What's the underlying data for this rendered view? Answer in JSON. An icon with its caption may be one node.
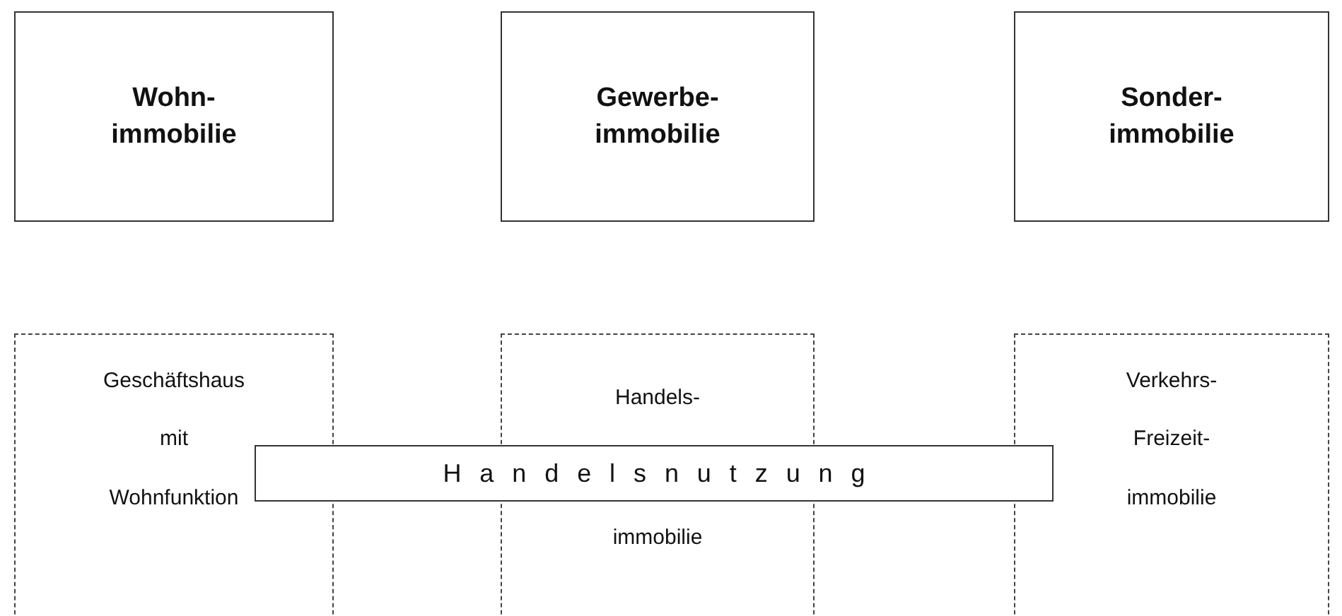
{
  "diagram": {
    "nodes": [
      {
        "text": [
          "Wohn- immobilie"
        ]
      },
      {
        "text": [
          "Gewerbe- immobilie"
        ]
      },
      {
        "text": [
          "Sonder- immobilie"
        ]
      },
      {
        "text": [
          "Geschäftshaus mit Wohnfunktion"
        ]
      },
      {
        "text": [
          "Handels-",
          "immobilie"
        ]
      },
      {
        "text": [
          "Verkehrs- Freizeit- immobilie"
        ]
      },
      {
        "text": [
          "Handelsnutzung"
        ]
      }
    ]
  }
}
